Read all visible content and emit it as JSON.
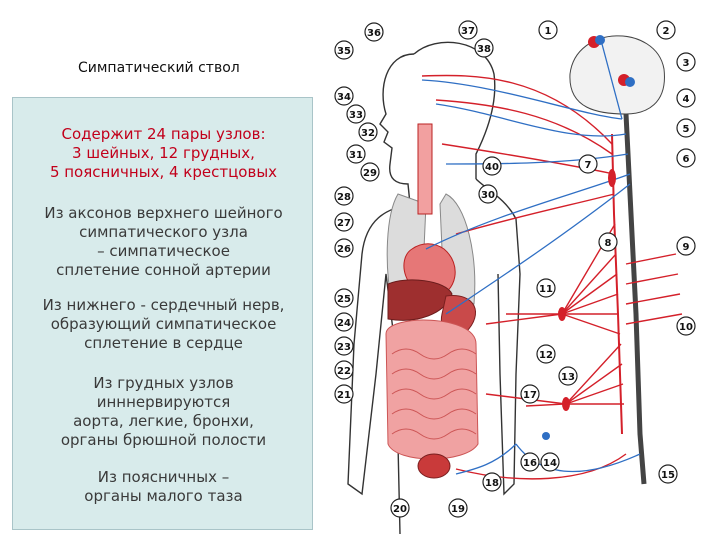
{
  "slide": {
    "title": "Симпатический ствол"
  },
  "panel": {
    "block1": [
      "Содержит 24 пары узлов:",
      "3 шейных, 12 грудных,",
      "5 поясничных, 4 крестцовых"
    ],
    "block2": [
      "Из аксонов верхнего шейного",
      "симпатического узла",
      "– симпатическое",
      "сплетение сонной артерии"
    ],
    "block3": [
      "Из нижнего - сердечный нерв,",
      "образующий симпатическое",
      "сплетение в сердце"
    ],
    "block4": [
      "Из грудных узлов",
      "инннервируются",
      "аорта, легкие, бронхи,",
      "органы брюшной полости"
    ],
    "block5": [
      "Из поясничных –",
      "органы малого таза"
    ]
  },
  "diagram": {
    "labels": [
      "1",
      "2",
      "3",
      "4",
      "5",
      "6",
      "7",
      "8",
      "9",
      "10",
      "11",
      "12",
      "13",
      "14",
      "15",
      "16",
      "17",
      "18",
      "19",
      "20",
      "21",
      "22",
      "23",
      "24",
      "25",
      "26",
      "27",
      "28",
      "29",
      "30",
      "31",
      "32",
      "33",
      "34",
      "35",
      "36",
      "37",
      "38",
      "40"
    ],
    "colors": {
      "sympathetic": "#d4202a",
      "parasympathetic": "#2f6fc4",
      "organ_fill": "#e98f8f",
      "organ_grey": "#d9d9d9"
    }
  }
}
